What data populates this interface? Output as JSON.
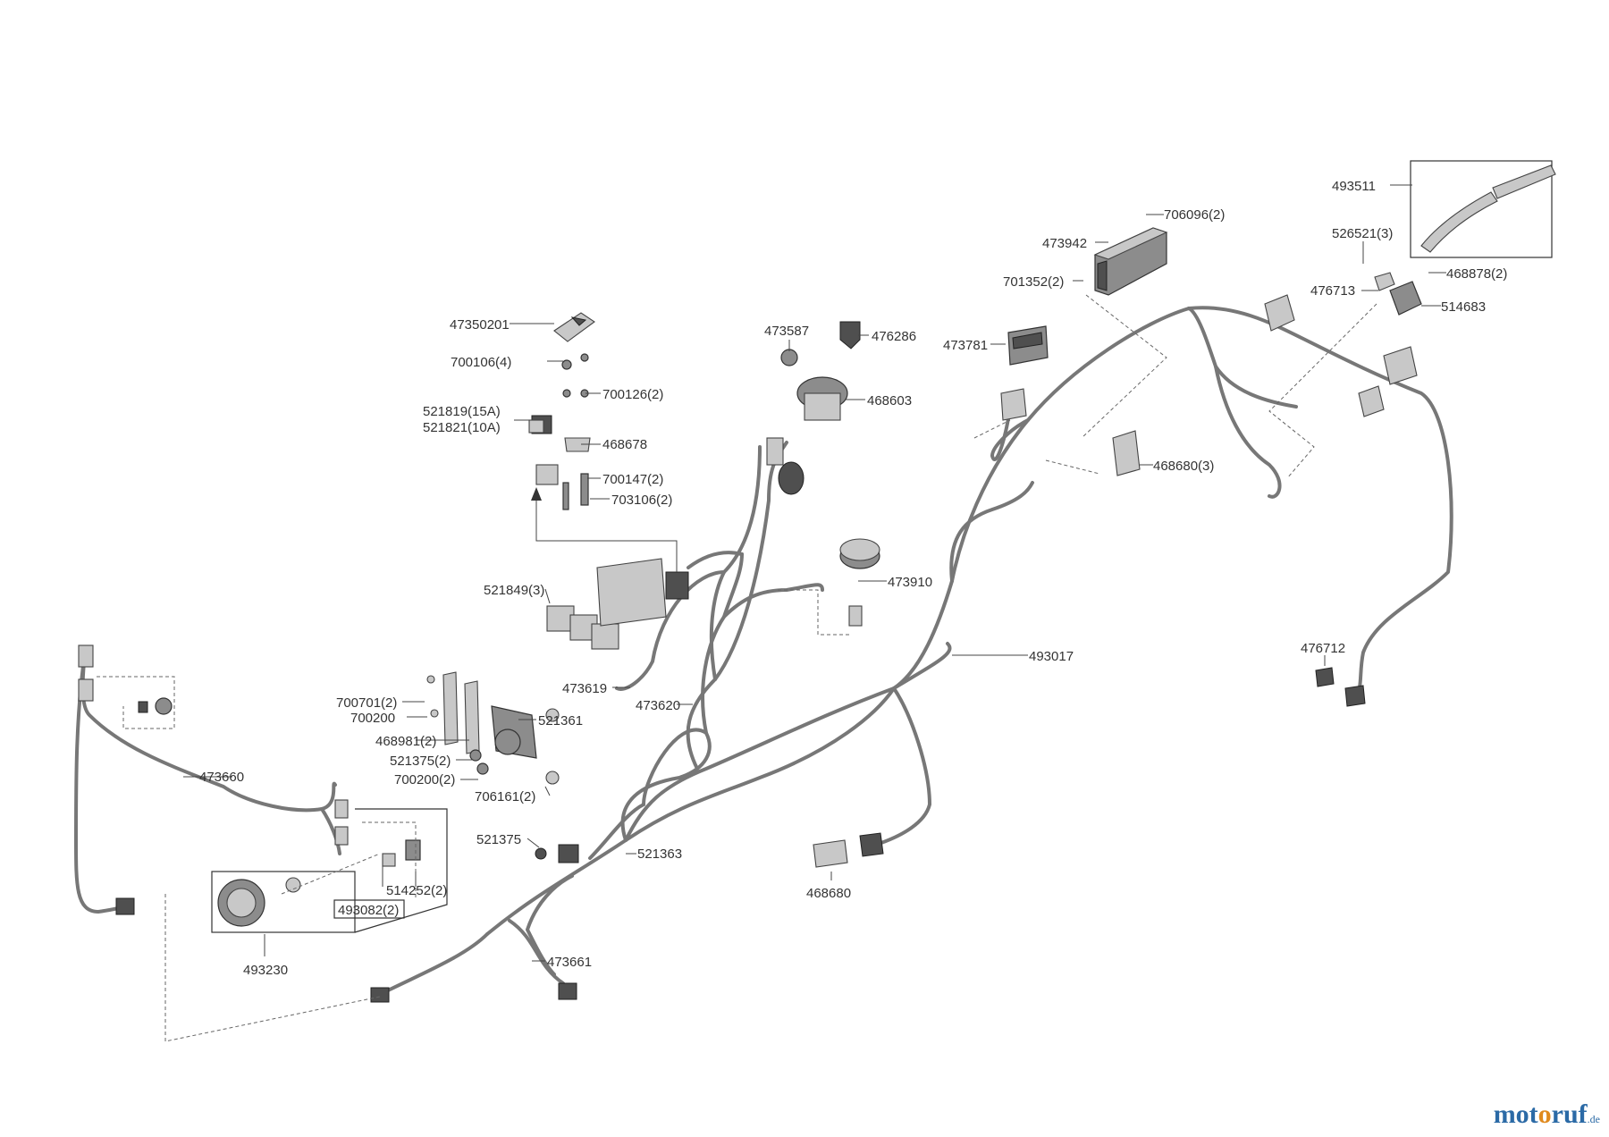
{
  "labels": {
    "p493511": "493511",
    "p706096": "706096(2)",
    "p473942": "473942",
    "p526521": "526521(3)",
    "p701352": "701352(2)",
    "p468878": "468878(2)",
    "p476713": "476713",
    "p514683": "514683",
    "p47350201": "47350201",
    "p473587": "473587",
    "p476286": "476286",
    "p473781": "473781",
    "p700106": "700106(4)",
    "p700126": "700126(2)",
    "p468603": "468603",
    "p521819": "521819(15A)",
    "p521821": "521821(10A)",
    "p468678": "468678",
    "p468680_3": "468680(3)",
    "p700147": "700147(2)",
    "p703106": "703106(2)",
    "p521849": "521849(3)",
    "p473910": "473910",
    "p493017": "493017",
    "p476712": "476712",
    "p473619": "473619",
    "p473620": "473620",
    "p700701": "700701(2)",
    "p700200a": "700200",
    "p521361": "521361",
    "p468981": "468981(2)",
    "p521375a": "521375(2)",
    "p700200b": "700200(2)",
    "p706161": "706161(2)",
    "p473660": "473660",
    "p521375b": "521375",
    "p521363": "521363",
    "p514252": "514252(2)",
    "p493082": "493082(2)",
    "p468680": "468680",
    "p493230": "493230",
    "p473661": "473661"
  },
  "watermark": {
    "part1": "mot",
    "part2": "o",
    "part3": "ruf",
    "tld": ".de"
  }
}
